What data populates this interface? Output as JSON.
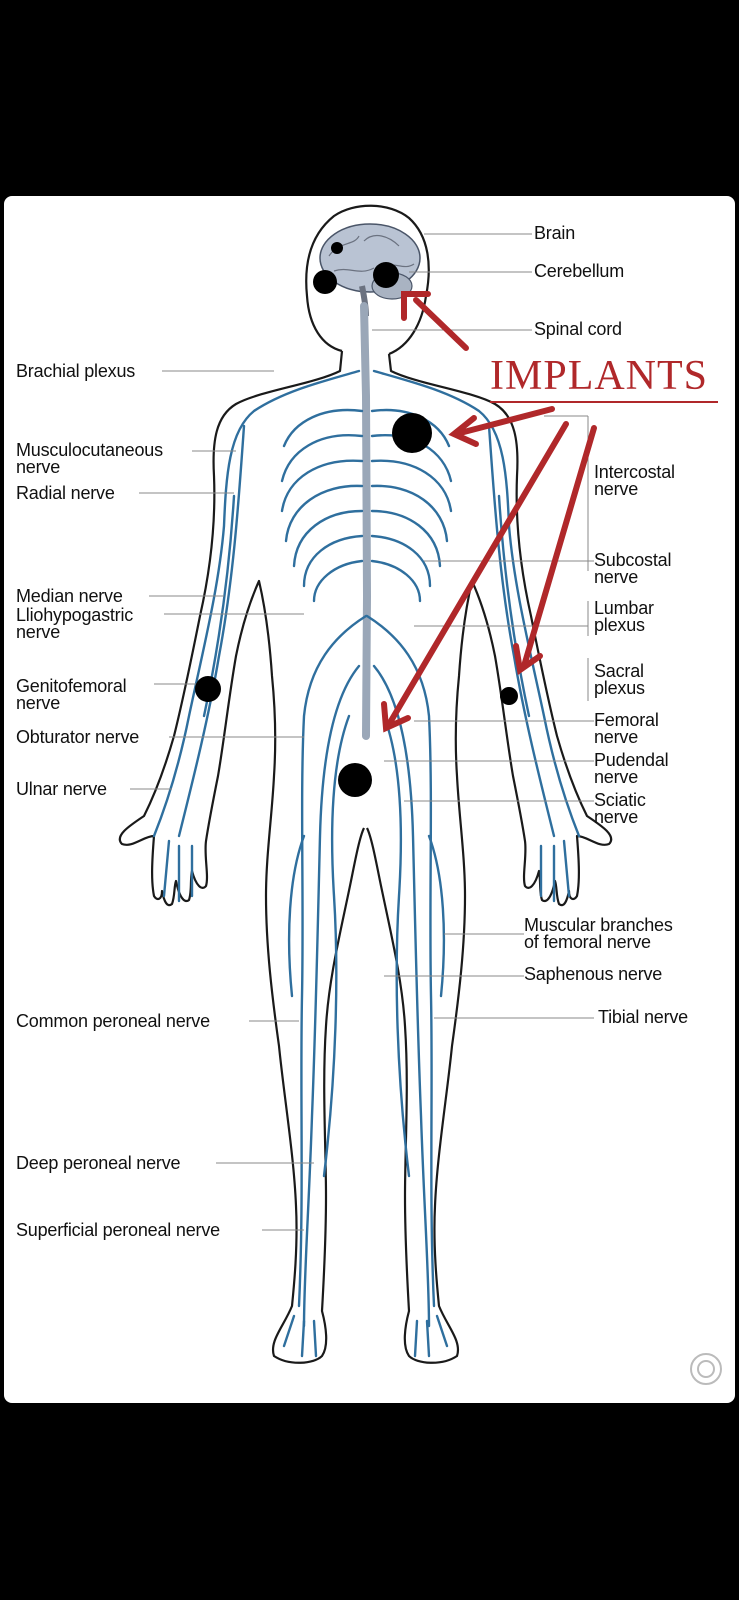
{
  "colors": {
    "nerve": "#2f6f9e",
    "outline": "#1a1a1a",
    "arrow": "#b0282a",
    "implant": "#000000",
    "brain": "#b9c3d3"
  },
  "title": "IMPLANTS",
  "labels_left": {
    "brachial_plexus": "Brachial plexus",
    "musculocutaneous": "Musculocutaneous\nnerve",
    "radial": "Radial nerve",
    "median": "Median nerve",
    "iliohypogastric": "Lliohypogastric\nnerve",
    "genitofemoral": "Genitofemoral\nnerve",
    "obturator": "Obturator nerve",
    "ulnar": "Ulnar nerve",
    "common_peroneal": "Common peroneal nerve",
    "deep_peroneal": "Deep peroneal nerve",
    "superficial_peroneal": "Superficial peroneal nerve"
  },
  "labels_right": {
    "brain": "Brain",
    "cerebellum": "Cerebellum",
    "spinal_cord": "Spinal cord",
    "intercostal": "Intercostal\nnerve",
    "subcostal": "Subcostal\nnerve",
    "lumbar": "Lumbar\nplexus",
    "sacral": "Sacral\nplexus",
    "femoral": "Femoral\nnerve",
    "pudendal": "Pudendal\nnerve",
    "sciatic": "Sciatic\nnerve",
    "muscular_branches": "Muscular branches\nof femoral nerve",
    "saphenous": "Saphenous nerve",
    "tibial": "Tibial nerve"
  },
  "icons": {
    "home": "circle-home-icon"
  }
}
